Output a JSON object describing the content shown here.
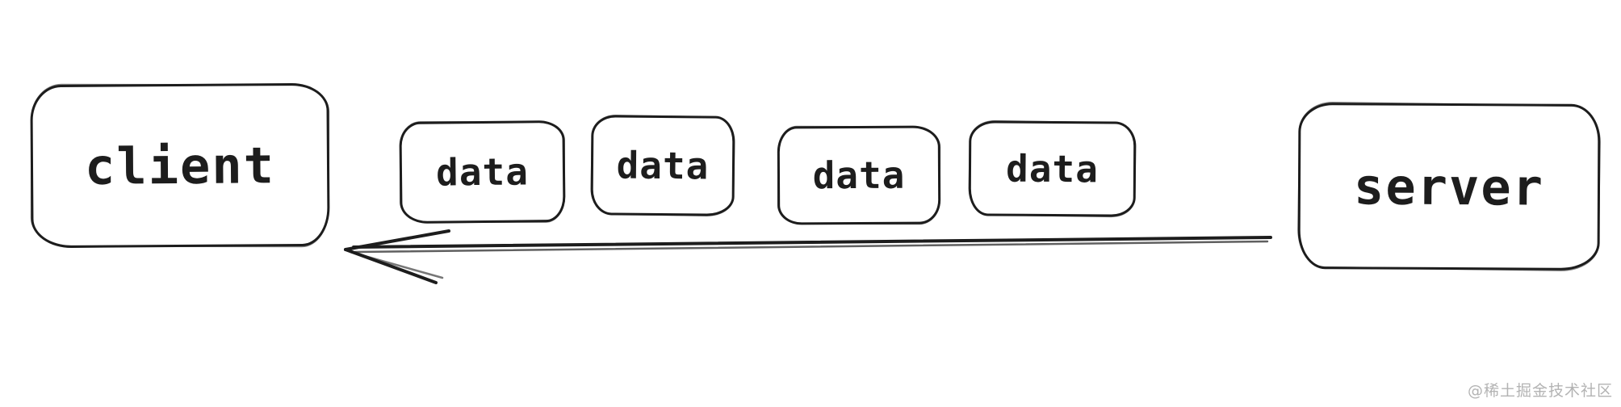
{
  "diagram": {
    "client_label": "client",
    "server_label": "server",
    "packets": [
      {
        "label": "data"
      },
      {
        "label": "data"
      },
      {
        "label": "data"
      },
      {
        "label": "data"
      }
    ],
    "arrow": {
      "direction": "server-to-client",
      "description": "long sketchy arrow pointing left from server toward client"
    },
    "watermark": "@稀土掘金技术社区",
    "colors": {
      "stroke": "#1d1d1d",
      "background": "#ffffff",
      "watermark": "#b3b3b3"
    }
  }
}
